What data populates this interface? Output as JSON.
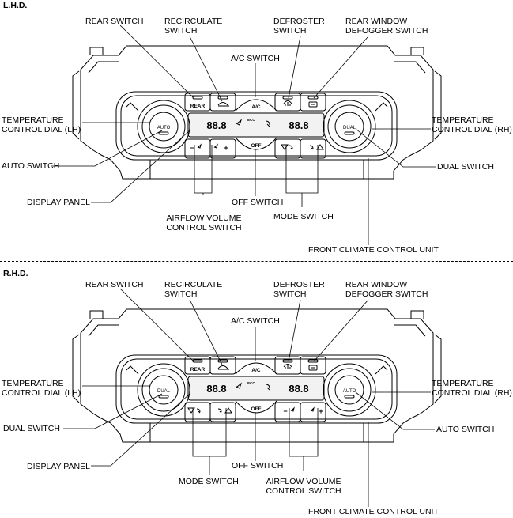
{
  "lhd": {
    "heading": "L.H.D.",
    "labels": {
      "rear_switch": "REAR SWITCH",
      "recirculate_switch": [
        "RECIRCULATE",
        "SWITCH"
      ],
      "defroster_switch": [
        "DEFROSTER",
        "SWITCH"
      ],
      "rear_window_defogger_switch": [
        "REAR WINDOW",
        "DEFOGGER SWITCH"
      ],
      "ac_switch": "A/C SWITCH",
      "temp_dial_left": [
        "TEMPERATURE",
        "CONTROL DIAL (LH)"
      ],
      "temp_dial_right": [
        "TEMPERATURE",
        "CONTROL DIAL (RH)"
      ],
      "left_knob_switch": "AUTO SWITCH",
      "right_knob_switch": "DUAL SWITCH",
      "display_panel": "DISPLAY PANEL",
      "off_switch": "OFF SWITCH",
      "lower_left_group": [
        "AIRFLOW VOLUME",
        "CONTROL SWITCH"
      ],
      "lower_right_group": "MODE SWITCH",
      "front_unit": "FRONT CLIMATE CONTROL UNIT"
    },
    "panel": {
      "rear_btn": "REAR",
      "ac_btn": "A/C",
      "off_btn": "OFF",
      "left_knob": "AUTO",
      "right_knob": "DUAL",
      "display_left": "88.8",
      "display_right": "88.8",
      "display_eco": "ECO",
      "btn_minus": "−",
      "btn_plus": "+"
    }
  },
  "rhd": {
    "heading": "R.H.D.",
    "labels": {
      "rear_switch": "REAR SWITCH",
      "recirculate_switch": [
        "RECIRCULATE",
        "SWITCH"
      ],
      "defroster_switch": [
        "DEFROSTER",
        "SWITCH"
      ],
      "rear_window_defogger_switch": [
        "REAR WINDOW",
        "DEFOGGER SWITCH"
      ],
      "ac_switch": "A/C SWITCH",
      "temp_dial_left": [
        "TEMPERATURE",
        "CONTROL DIAL (LH)"
      ],
      "temp_dial_right": [
        "TEMPERATURE",
        "CONTROL DIAL (RH)"
      ],
      "left_knob_switch": "DUAL SWITCH",
      "right_knob_switch": "AUTO SWITCH",
      "display_panel": "DISPLAY PANEL",
      "off_switch": "OFF SWITCH",
      "lower_left_group": "MODE SWITCH",
      "lower_right_group": [
        "AIRFLOW VOLUME",
        "CONTROL SWITCH"
      ],
      "front_unit": "FRONT CLIMATE CONTROL UNIT"
    },
    "panel": {
      "rear_btn": "REAR",
      "ac_btn": "A/C",
      "off_btn": "OFF",
      "left_knob": "DUAL",
      "right_knob": "AUTO",
      "display_left": "88.8",
      "display_right": "88.8",
      "display_eco": "ECO",
      "btn_minus": "−",
      "btn_plus": "+"
    }
  }
}
